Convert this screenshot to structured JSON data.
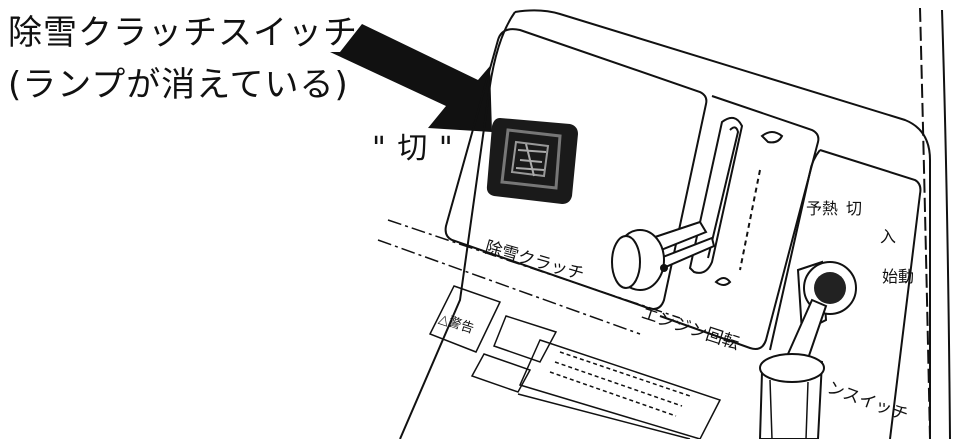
{
  "callout": {
    "line1": "除雪クラッチスイッチ",
    "line2": "(ランプが消えている)",
    "switch_state": "\" 切 \""
  },
  "panel_labels": {
    "clutch": "除雪クラッチ",
    "engine_speed": "エンジン回転",
    "key_switch": "ンスイッチ",
    "warning": "△警告",
    "preheat": "予熱",
    "off": "切",
    "on": "入",
    "start": "始動"
  },
  "colors": {
    "ink": "#111111",
    "background": "#ffffff"
  }
}
